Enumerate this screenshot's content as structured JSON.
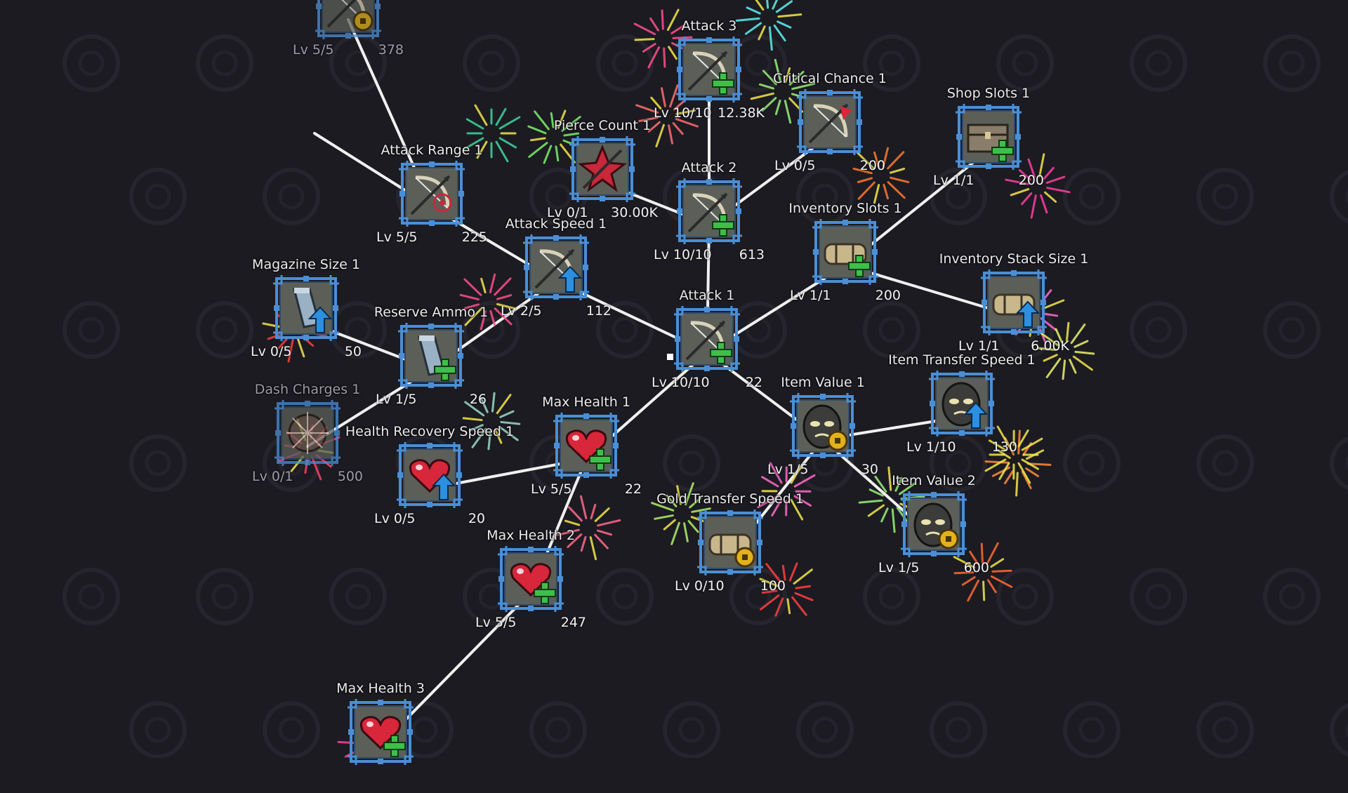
{
  "colors": {
    "background": "#1c1b22",
    "link": "#f0f0f0",
    "frame": "#4a8fd6",
    "frame_inner": "#2f4a6b",
    "tile": "#5b5f58",
    "plus": "#3fbf4a",
    "arrow": "#2c8fe0",
    "heart": "#d8263a",
    "coin": "#e2b21c"
  },
  "nodes": [
    {
      "id": "top-partial",
      "title": "",
      "level": "Lv 5/5",
      "cost": "378",
      "icon": "bow-icon",
      "badge": "coin-badge",
      "locked": true
    },
    {
      "id": "attack-3",
      "title": "Attack 3",
      "level": "Lv 10/10",
      "cost": "12.38K",
      "icon": "bow-icon",
      "badge": "plus-badge"
    },
    {
      "id": "critical-chance-1",
      "title": "Critical Chance 1",
      "level": "Lv 0/5",
      "cost": "200",
      "icon": "bow-icon",
      "badge": "crit-badge"
    },
    {
      "id": "shop-slots-1",
      "title": "Shop Slots 1",
      "level": "Lv 1/1",
      "cost": "200",
      "icon": "chest-icon",
      "badge": "plus-badge"
    },
    {
      "id": "pierce-count-1",
      "title": "Pierce Count 1",
      "level": "Lv 0/1",
      "cost": "30.00K",
      "icon": "pierce-icon",
      "badge": "none"
    },
    {
      "id": "attack-2",
      "title": "Attack 2",
      "level": "Lv 10/10",
      "cost": "613",
      "icon": "bow-icon",
      "badge": "plus-badge"
    },
    {
      "id": "attack-range-1",
      "title": "Attack Range 1",
      "level": "Lv 5/5",
      "cost": "225",
      "icon": "bow-icon",
      "badge": "target-badge"
    },
    {
      "id": "attack-speed-1",
      "title": "Attack Speed 1",
      "level": "Lv 2/5",
      "cost": "112",
      "icon": "bow-icon",
      "badge": "arrow-badge"
    },
    {
      "id": "inventory-slots-1",
      "title": "Inventory Slots 1",
      "level": "Lv 1/1",
      "cost": "200",
      "icon": "bag-icon",
      "badge": "plus-badge"
    },
    {
      "id": "inventory-stack-size-1",
      "title": "Inventory Stack Size 1",
      "level": "Lv 1/1",
      "cost": "6.00K",
      "icon": "bag-icon",
      "badge": "arrow-badge"
    },
    {
      "id": "magazine-size-1",
      "title": "Magazine Size 1",
      "level": "Lv 0/5",
      "cost": "50",
      "icon": "magazine-icon",
      "badge": "arrow-badge"
    },
    {
      "id": "reserve-ammo-1",
      "title": "Reserve Ammo 1",
      "level": "Lv 1/5",
      "cost": "26",
      "icon": "magazine-icon",
      "badge": "plus-badge"
    },
    {
      "id": "attack-1",
      "title": "Attack 1",
      "level": "Lv 10/10",
      "cost": "22",
      "icon": "bow-icon",
      "badge": "plus-badge"
    },
    {
      "id": "item-transfer-speed-1",
      "title": "Item Transfer Speed 1",
      "level": "Lv 1/10",
      "cost": "130",
      "icon": "mask-icon",
      "badge": "arrow-badge"
    },
    {
      "id": "dash-charges-1",
      "title": "Dash Charges 1",
      "level": "Lv 0/1",
      "cost": "500",
      "icon": "dash-icon",
      "badge": "none",
      "locked": true
    },
    {
      "id": "item-value-1",
      "title": "Item Value 1",
      "level": "Lv 1/5",
      "cost": "30",
      "icon": "mask-icon",
      "badge": "coin-badge"
    },
    {
      "id": "max-health-1",
      "title": "Max Health 1",
      "level": "Lv 5/5",
      "cost": "22",
      "icon": "heart-icon",
      "badge": "plus-badge"
    },
    {
      "id": "health-recovery-speed-1",
      "title": "Health Recovery Speed 1",
      "level": "Lv 0/5",
      "cost": "20",
      "icon": "heart-icon",
      "badge": "arrow-badge"
    },
    {
      "id": "item-value-2",
      "title": "Item Value 2",
      "level": "Lv 1/5",
      "cost": "600",
      "icon": "mask-icon",
      "badge": "coin-badge"
    },
    {
      "id": "gold-transfer-speed-1",
      "title": "Gold Transfer Speed 1",
      "level": "Lv 0/10",
      "cost": "100",
      "icon": "bag-icon",
      "badge": "coin-badge"
    },
    {
      "id": "max-health-2",
      "title": "Max Health 2",
      "level": "Lv 5/5",
      "cost": "247",
      "icon": "heart-icon",
      "badge": "plus-badge"
    },
    {
      "id": "max-health-3",
      "title": "Max Health 3",
      "level": "",
      "cost": "",
      "icon": "heart-icon",
      "badge": "plus-badge"
    }
  ],
  "links": [
    [
      "attack-1",
      "attack-2"
    ],
    [
      "attack-2",
      "attack-3"
    ],
    [
      "attack-2",
      "pierce-count-1"
    ],
    [
      "attack-2",
      "critical-chance-1"
    ],
    [
      "attack-1",
      "attack-speed-1"
    ],
    [
      "attack-speed-1",
      "attack-range-1"
    ],
    [
      "attack-range-1",
      "top-partial"
    ],
    [
      "attack-speed-1",
      "reserve-ammo-1"
    ],
    [
      "reserve-ammo-1",
      "magazine-size-1"
    ],
    [
      "reserve-ammo-1",
      "dash-charges-1"
    ],
    [
      "attack-1",
      "inventory-slots-1"
    ],
    [
      "inventory-slots-1",
      "shop-slots-1"
    ],
    [
      "inventory-slots-1",
      "inventory-stack-size-1"
    ],
    [
      "attack-1",
      "item-value-1"
    ],
    [
      "item-value-1",
      "item-transfer-speed-1"
    ],
    [
      "item-value-1",
      "item-value-2"
    ],
    [
      "item-value-1",
      "gold-transfer-speed-1"
    ],
    [
      "attack-1",
      "max-health-1"
    ],
    [
      "max-health-1",
      "health-recovery-speed-1"
    ],
    [
      "max-health-1",
      "max-health-2"
    ],
    [
      "max-health-2",
      "max-health-3"
    ]
  ]
}
